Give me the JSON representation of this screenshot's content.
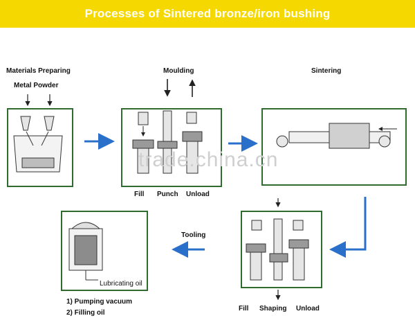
{
  "header": {
    "title": "Processes of Sintered bronze/iron bushing"
  },
  "stages": {
    "materials": {
      "title": "Materials Preparing",
      "subtitle": "Metal Powder"
    },
    "moulding": {
      "title": "Moulding",
      "steps": [
        "Fill",
        "Punch",
        "Unload"
      ]
    },
    "sintering": {
      "title": "Sintering"
    },
    "shaping": {
      "steps": [
        "Fill",
        "Shaping",
        "Unload"
      ]
    },
    "tooling": {
      "title": "Tooling"
    },
    "oiling": {
      "label": "Lubricating oil",
      "steps": [
        "1) Pumping vacuum",
        "2) Filling oil"
      ]
    }
  },
  "watermark": "trade.china.cn",
  "colors": {
    "banner": "#f5d800",
    "arrow": "#2a6fc9",
    "panel_border": "#2f6b2f"
  }
}
